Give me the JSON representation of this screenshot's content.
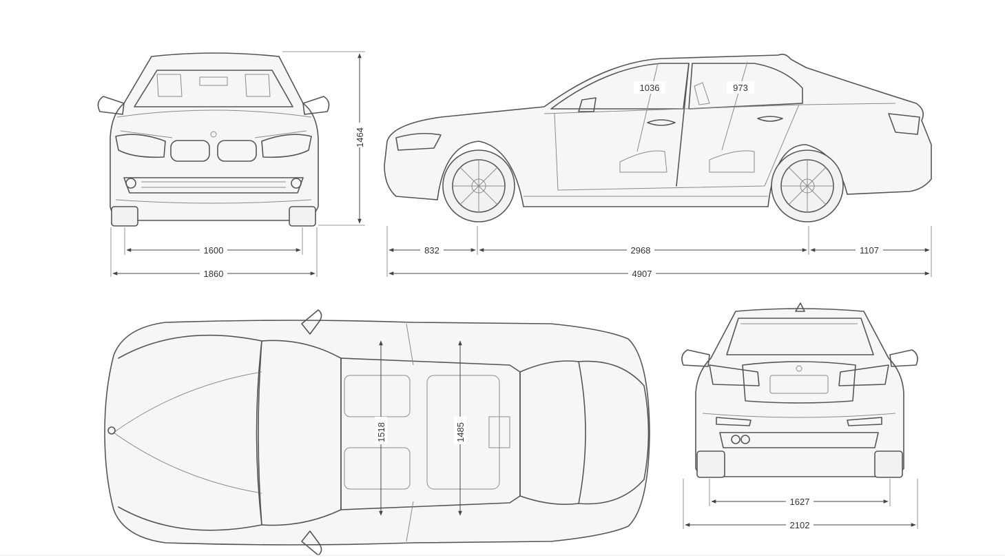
{
  "front_view": {
    "height": "1464",
    "track": "1600",
    "width": "1860"
  },
  "side_view": {
    "front_headroom": "1036",
    "rear_headroom": "973",
    "front_overhang": "832",
    "wheelbase": "2968",
    "rear_overhang": "1107",
    "length": "4907"
  },
  "top_view": {
    "front_shoulder_width": "1518",
    "rear_shoulder_width": "1485"
  },
  "rear_view": {
    "rear_track": "1627",
    "width_with_mirrors": "2102"
  },
  "colors": {
    "line": "#555555",
    "dimension": "#444444",
    "background": "#ffffff"
  }
}
